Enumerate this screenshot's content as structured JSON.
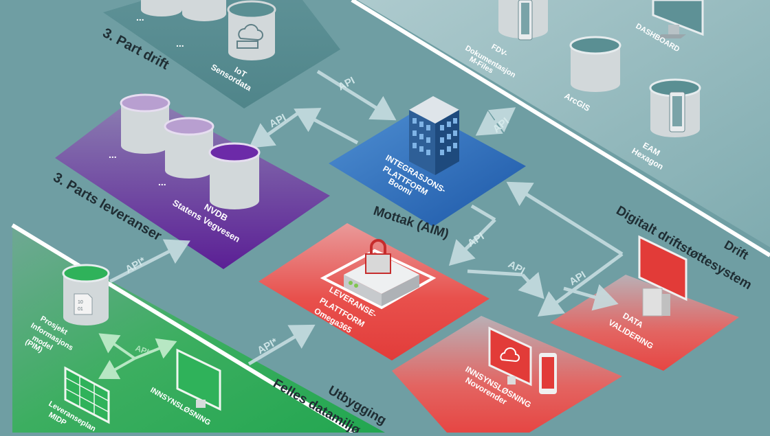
{
  "zones": {
    "drift": "Drift",
    "digitalt": "Digitalt driftstøttesystem",
    "mottak": "Mottak (AIM)",
    "part_drift": "3. Part drift",
    "parts_leveranser": "3. Parts leveranser",
    "utbygging": "Utbygging",
    "felles": "Felles datamiljø"
  },
  "api": {
    "plain": "API",
    "star": "API*"
  },
  "nodes": {
    "integrasjon": {
      "line1": "INTEGRASJONS-",
      "line2": "PLATTFORM",
      "line3": "Boomi"
    },
    "leveranse": {
      "line1": "LEVERANSE-",
      "line2": "PLATTFORM",
      "line3": "Omega365"
    },
    "innsyn_novorender": {
      "line1": "INNSYNSLØSNING",
      "line2": "Novorender"
    },
    "data_validering": {
      "line1": "DATA",
      "line2": "VALIDERING"
    },
    "nvdb": {
      "line1": "NVDB",
      "line2": "Statens Vegvesen"
    },
    "iot": {
      "line1": "IoT",
      "line2": "Sensordata"
    },
    "fdv": {
      "line1": "FDV-",
      "line2": "Dokumentasjon",
      "line3": "M-Files"
    },
    "dashboard": {
      "line1": "DASHBOARD"
    },
    "arcgis": {
      "line1": "ArcGIS"
    },
    "eam": {
      "line1": "EAM",
      "line2": "Hexagon"
    },
    "pim": {
      "line1": "Prosjekt",
      "line2": "Informasjons",
      "line3": "model",
      "line4": "(PIM)"
    },
    "midp": {
      "line1": "Leveranseplan",
      "line2": "MIDP"
    },
    "innsyn_green": {
      "line1": "INNSYNSLØSNING"
    },
    "ellipsis": "..."
  },
  "colors": {
    "background": "#6f9ea3",
    "integration_blue": "#2f6fb8",
    "delivery_red": "#e8413e",
    "third_party_purple": "#6b2d9e",
    "build_green": "#2fb25a",
    "cylinder_grey": "#d2d8da"
  }
}
